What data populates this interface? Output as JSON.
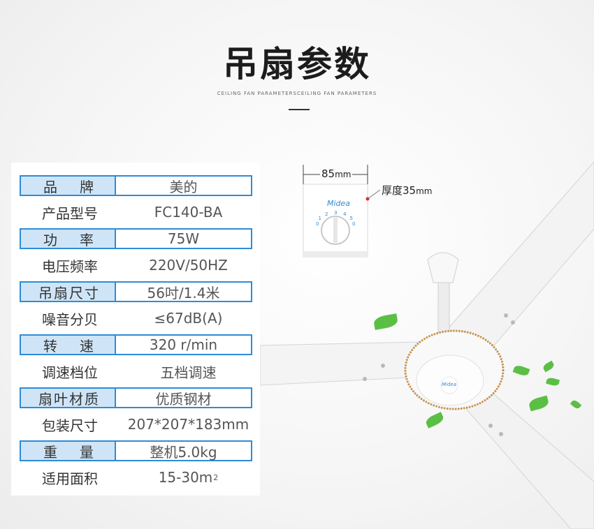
{
  "header": {
    "title": "吊扇参数",
    "subtitle": "CEILING FAN PARAMETERSCEILING FAN PARAMETERS"
  },
  "specs": [
    {
      "label": "品牌",
      "value": "美的",
      "boxed": true
    },
    {
      "label": "产品型号",
      "value": "FC140-BA",
      "boxed": false
    },
    {
      "label": "功率",
      "value": "75W",
      "boxed": true
    },
    {
      "label": "电压频率",
      "value": "220V/50HZ",
      "boxed": false
    },
    {
      "label": "吊扇尺寸",
      "value": "56吋/1.4米",
      "boxed": true
    },
    {
      "label": "噪音分贝",
      "value": "≤67dB(A)",
      "boxed": false
    },
    {
      "label": "转速",
      "value": "320 r/min",
      "boxed": true
    },
    {
      "label": "调速档位",
      "value": "五档调速",
      "boxed": false
    },
    {
      "label": "扇叶材质",
      "value": "优质钢材",
      "boxed": true
    },
    {
      "label": "包装尺寸",
      "value": "207*207*183mm",
      "boxed": false
    },
    {
      "label": "重量",
      "value": "整机5.0kg",
      "boxed": true
    },
    {
      "label": "适用面积",
      "value": "15-30m",
      "value_sup": "2",
      "boxed": false
    }
  ],
  "controller": {
    "width_label": "85",
    "width_unit": "mm",
    "thickness_label": "厚度35",
    "thickness_unit": "mm",
    "brand": "Midea",
    "dial_numbers": [
      "0",
      "1",
      "2",
      "3",
      "4",
      "5",
      "0"
    ]
  },
  "fan": {
    "brand": "Midea"
  },
  "colors": {
    "accent": "#2f8bd6",
    "label_fill": "#cfe5f7",
    "leaf": "#5bbf45",
    "trim": "#c98a3a"
  }
}
